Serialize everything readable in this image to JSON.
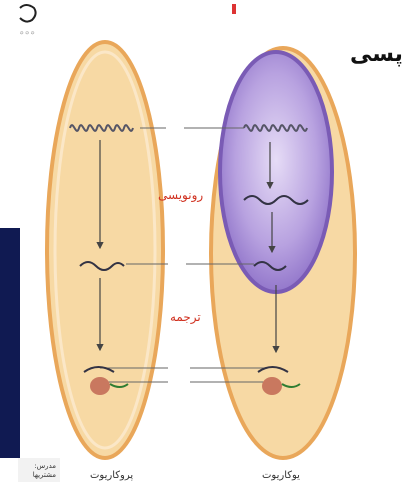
{
  "title": "پسی",
  "labels": {
    "transcription": "رونویسی",
    "translation": "ترجمه",
    "prokaryote": "پروکاریوت",
    "eukaryote": "یوکاریوت",
    "credit": "مدرس: مشتریها"
  },
  "colors": {
    "cell_fill": "#f7d9a4",
    "cell_edge": "#e9a75a",
    "nucleus_fill": "#a98fd6",
    "nucleus_edge": "#7a5bb5",
    "arrow": "#444444",
    "label_red": "#d0301f",
    "dark_panel": "#101a52"
  }
}
